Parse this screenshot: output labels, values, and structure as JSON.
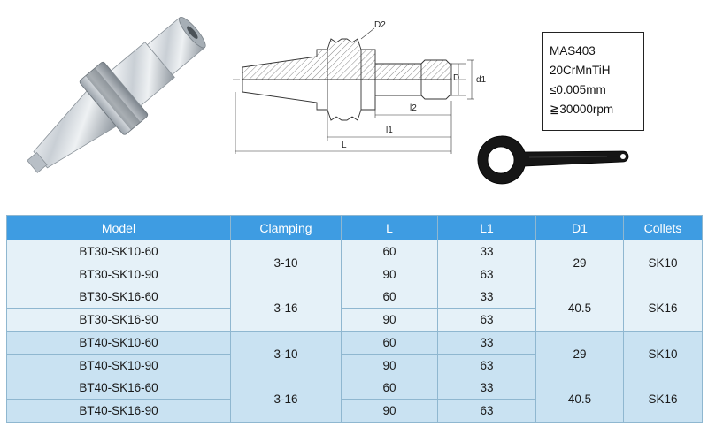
{
  "drawing": {
    "labels": {
      "d2": "D2",
      "d": "D",
      "d1": "d1",
      "l2": "l2",
      "l1": "l1",
      "l": "L"
    }
  },
  "spec": {
    "lines": [
      "MAS403",
      "20CrMnTiH",
      "≤0.005mm",
      "≧30000rpm"
    ]
  },
  "table": {
    "headers": [
      "Model",
      "Clamping",
      "L",
      "L1",
      "D1",
      "Collets"
    ],
    "rows": [
      {
        "model": "BT30-SK10-60",
        "l": "60",
        "l1": "33"
      },
      {
        "model": "BT30-SK10-90",
        "l": "90",
        "l1": "63"
      },
      {
        "model": "BT30-SK16-60",
        "l": "60",
        "l1": "33"
      },
      {
        "model": "BT30-SK16-90",
        "l": "90",
        "l1": "63"
      },
      {
        "model": "BT40-SK10-60",
        "l": "60",
        "l1": "33"
      },
      {
        "model": "BT40-SK10-90",
        "l": "90",
        "l1": "63"
      },
      {
        "model": "BT40-SK16-60",
        "l": "60",
        "l1": "33"
      },
      {
        "model": "BT40-SK16-90",
        "l": "90",
        "l1": "63"
      }
    ],
    "groups": [
      {
        "clamping": "3-10",
        "d1": "29",
        "collets": "SK10"
      },
      {
        "clamping": "3-16",
        "d1": "40.5",
        "collets": "SK16"
      },
      {
        "clamping": "3-10",
        "d1": "29",
        "collets": "SK10"
      },
      {
        "clamping": "3-16",
        "d1": "40.5",
        "collets": "SK16"
      }
    ],
    "colors": {
      "header": "#3e9ce2",
      "band_light": "#e5f1f8",
      "band_dark": "#c9e2f2"
    }
  }
}
